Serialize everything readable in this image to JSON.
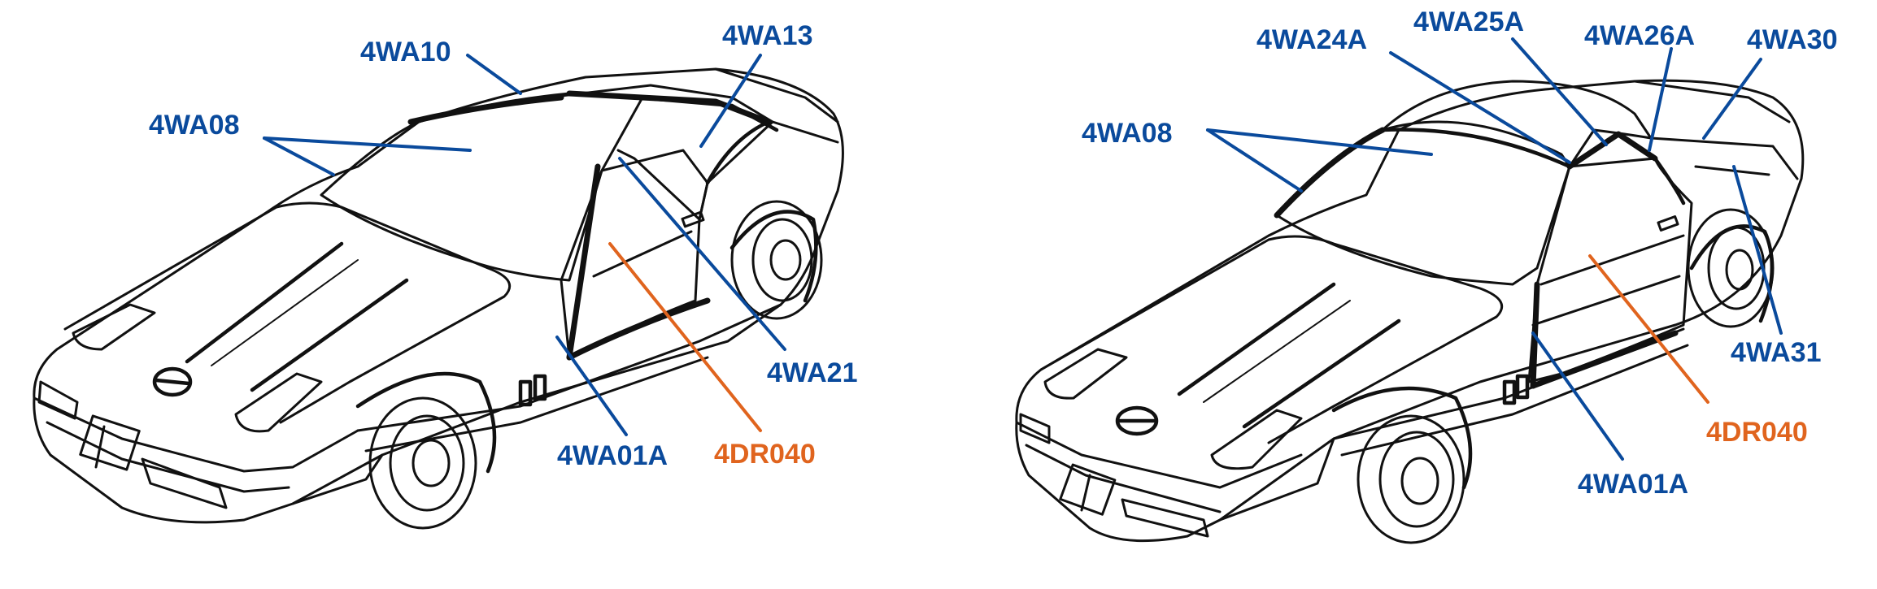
{
  "colors": {
    "weatherstrip": "#0a4a9c",
    "door_seal": "#e0641e",
    "outline": "#111111"
  },
  "left_car": {
    "labels": {
      "wa10": "4WA10",
      "wa13": "4WA13",
      "wa08": "4WA08",
      "wa21": "4WA21",
      "wa01a": "4WA01A",
      "dr040": "4DR040"
    }
  },
  "right_car": {
    "labels": {
      "wa24a": "4WA24A",
      "wa25a": "4WA25A",
      "wa26a": "4WA26A",
      "wa30": "4WA30",
      "wa08": "4WA08",
      "wa31": "4WA31",
      "dr040": "4DR040",
      "wa01a": "4WA01A"
    }
  }
}
